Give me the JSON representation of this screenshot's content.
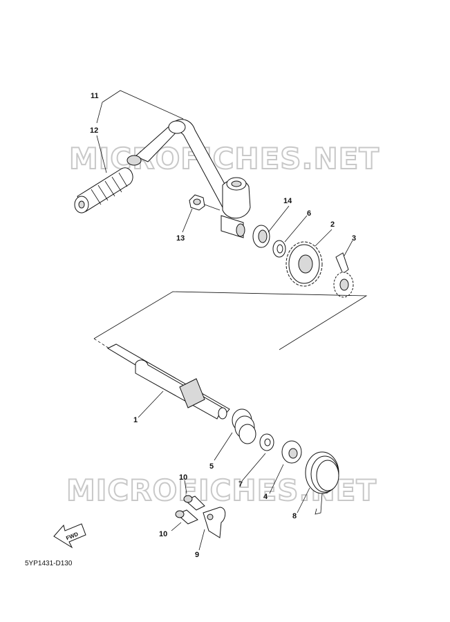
{
  "watermark": "MICROFICHES.NET",
  "diagram_code": "5YP1431-D130",
  "fwd_label": "FWD",
  "callouts": {
    "p1": "1",
    "p2": "2",
    "p3": "3",
    "p4": "4",
    "p5": "5",
    "p6": "6",
    "p7": "7",
    "p8": "8",
    "p9": "9",
    "p10a": "10",
    "p10b": "10",
    "p11": "11",
    "p12": "12",
    "p13": "13",
    "p14": "14"
  }
}
